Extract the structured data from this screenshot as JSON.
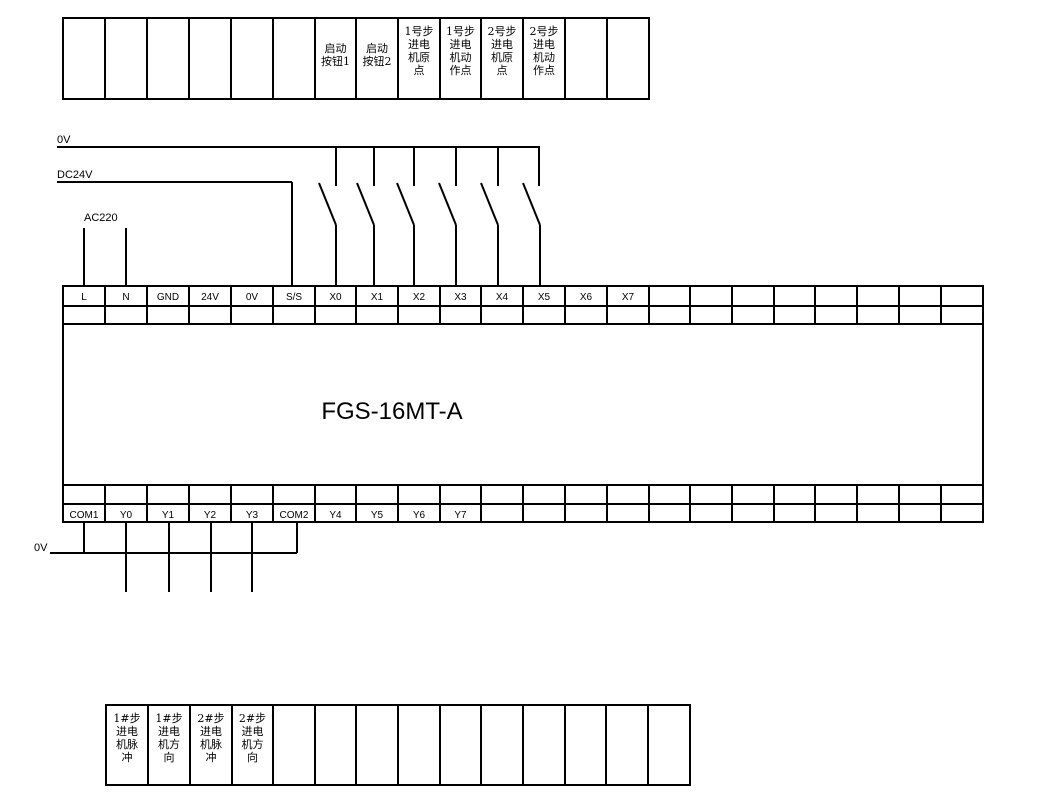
{
  "rails": {
    "zero_v": "0V",
    "dc24v": "DC24V",
    "ac220": "AC220",
    "out_zero_v": "0V"
  },
  "plc": {
    "model": "FGS-16MT-A",
    "input_terminals": [
      "L",
      "N",
      "GND",
      "24V",
      "0V",
      "S/S",
      "X0",
      "X1",
      "X2",
      "X3",
      "X4",
      "X5",
      "X6",
      "X7"
    ],
    "output_terminals": [
      "COM1",
      "Y0",
      "Y1",
      "Y2",
      "Y3",
      "COM2",
      "Y4",
      "Y5",
      "Y6",
      "Y7"
    ]
  },
  "input_labels": [
    {
      "lines": [
        "启动",
        "按钮1"
      ]
    },
    {
      "lines": [
        "启动",
        "按钮2"
      ]
    },
    {
      "lines": [
        "1号步",
        "进电",
        "机原",
        "点"
      ]
    },
    {
      "lines": [
        "1号步",
        "进电",
        "机动",
        "作点"
      ]
    },
    {
      "lines": [
        "2号步",
        "进电",
        "机原",
        "点"
      ]
    },
    {
      "lines": [
        "2号步",
        "进电",
        "机动",
        "作点"
      ]
    }
  ],
  "output_labels": [
    {
      "lines": [
        "1#步",
        "进电",
        "机脉",
        "冲"
      ]
    },
    {
      "lines": [
        "1#步",
        "进电",
        "机方",
        "向"
      ]
    },
    {
      "lines": [
        "2#步",
        "进电",
        "机脉",
        "冲"
      ]
    },
    {
      "lines": [
        "2#步",
        "进电",
        "机方",
        "向"
      ]
    }
  ]
}
